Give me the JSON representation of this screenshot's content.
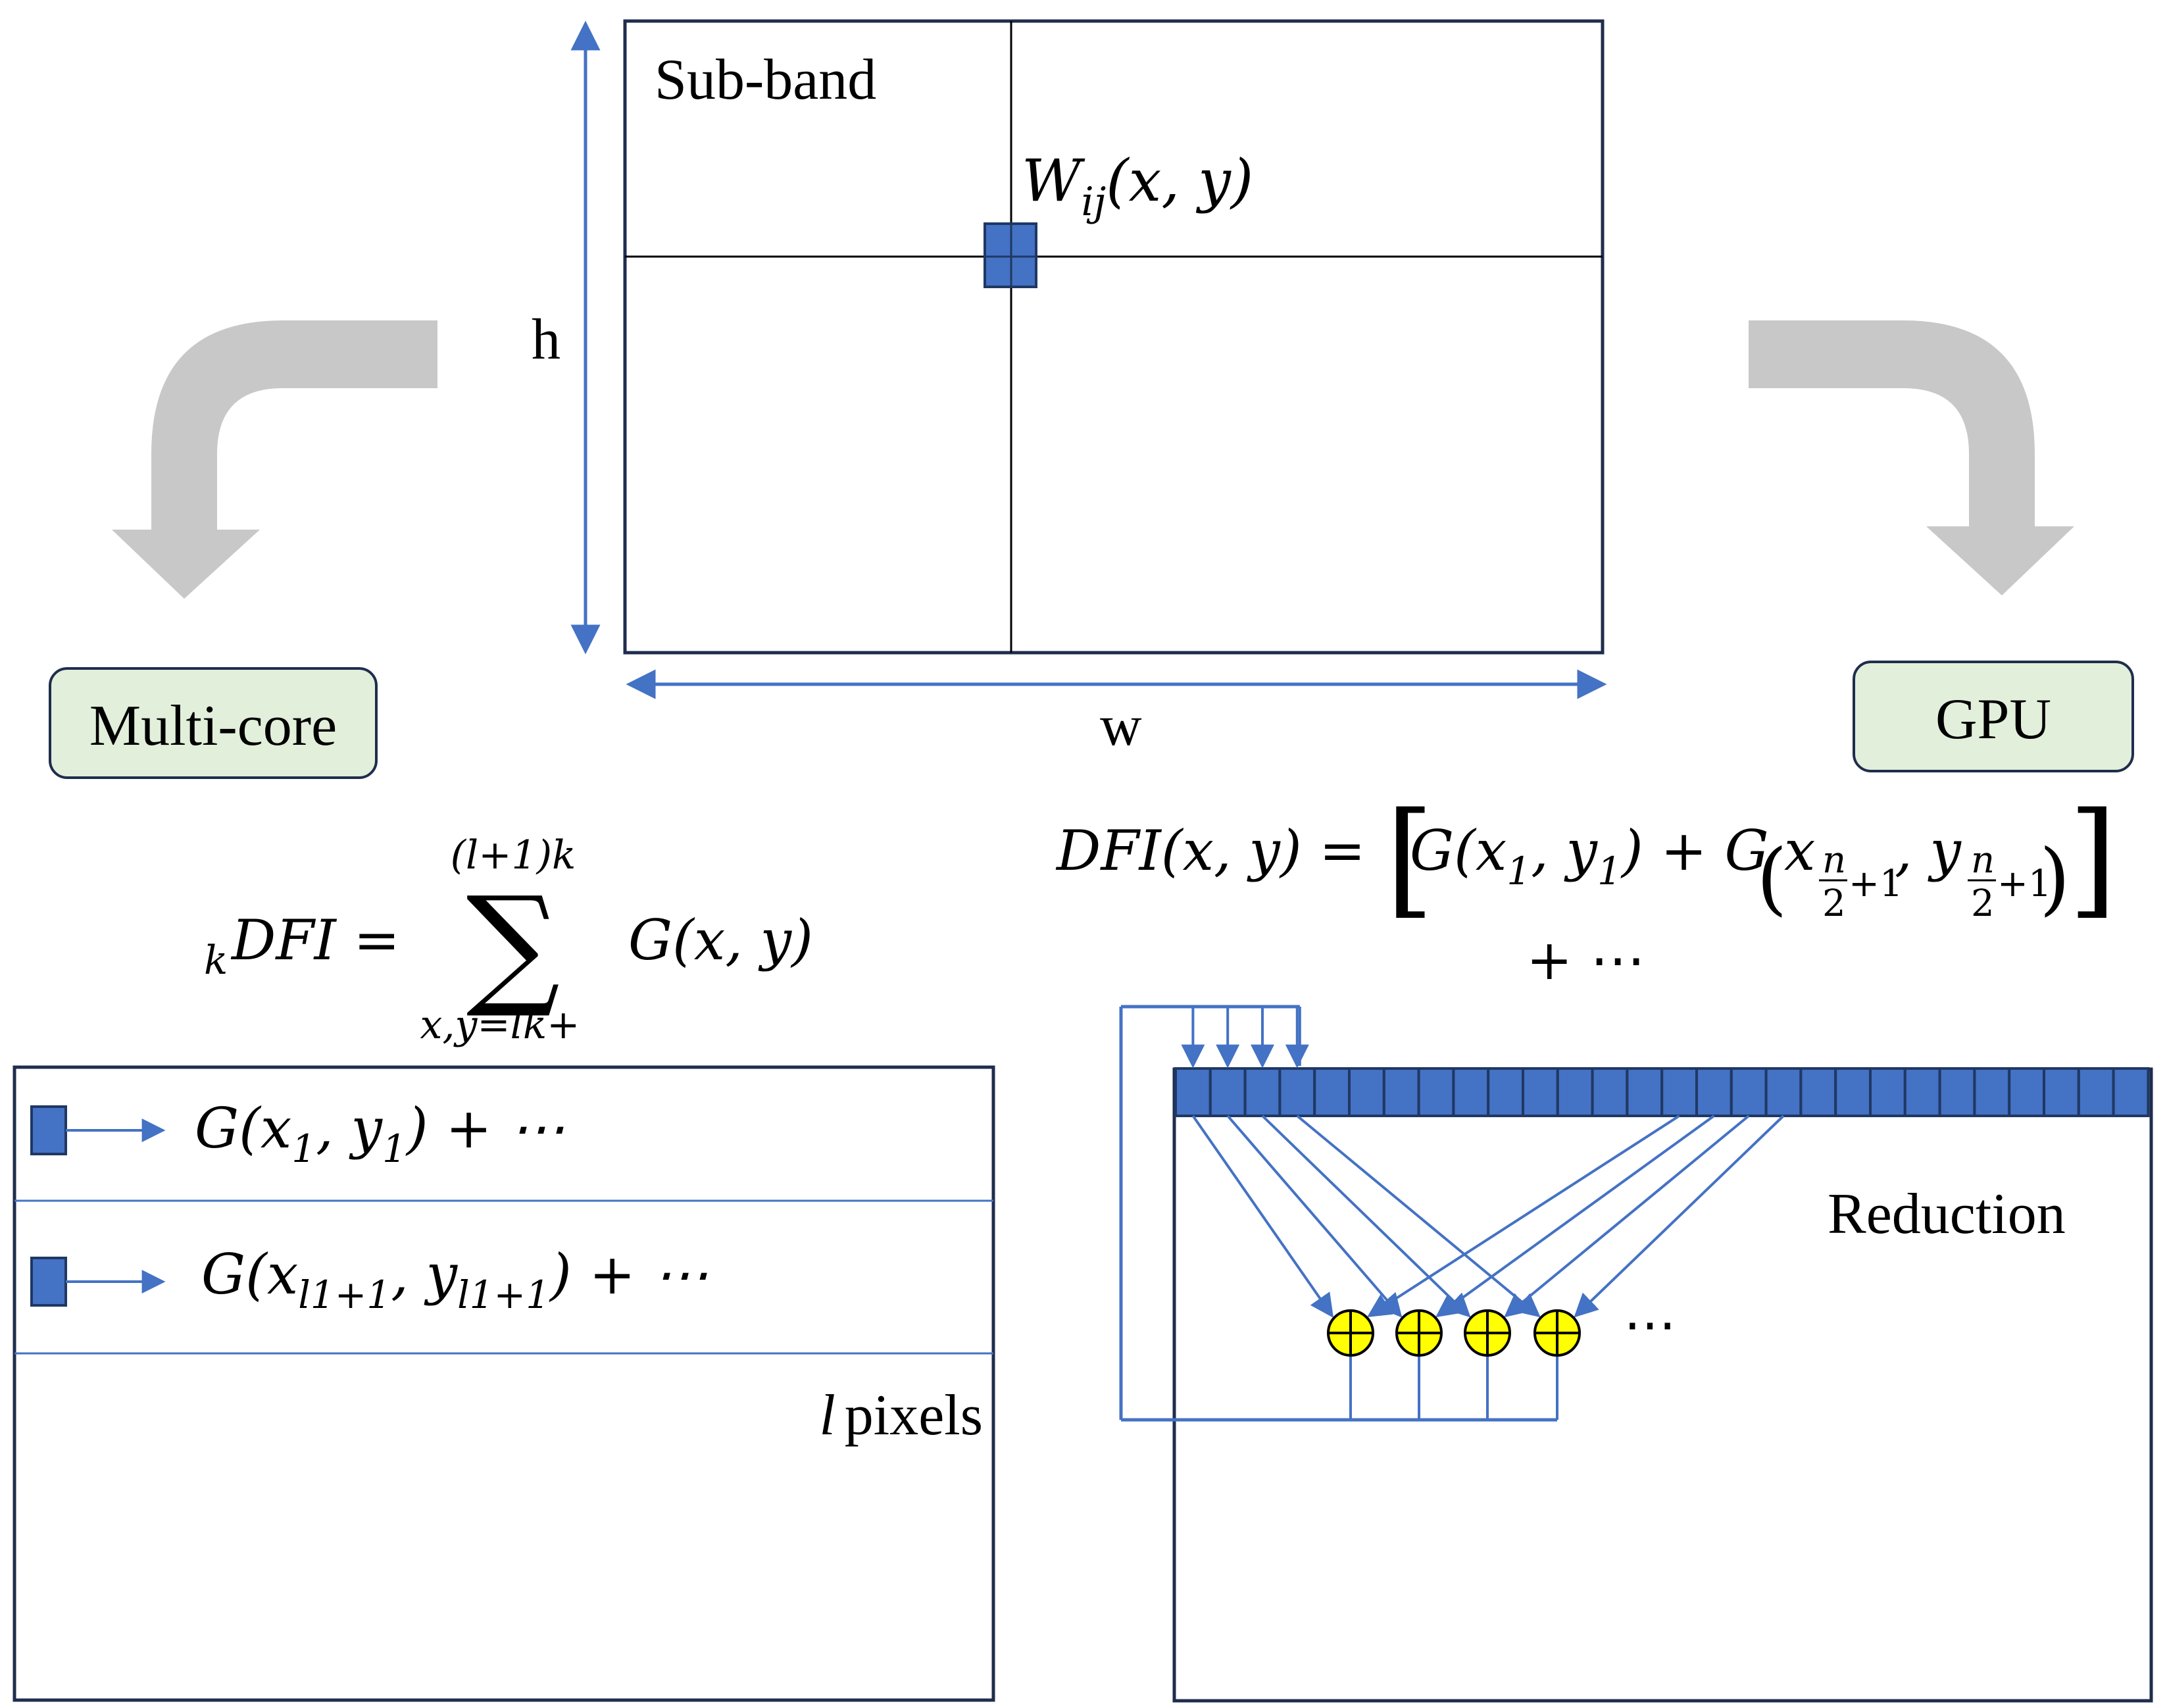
{
  "colors": {
    "line": "#1f2d4d",
    "accent": "#4472c4",
    "cell": "#4472c4",
    "cell_border": "#1f3864",
    "grey_arrow": "#c8c8c8",
    "label_box_fill": "#e2efda",
    "adder_fill": "#ffff00"
  },
  "subband": {
    "title": "Sub-band",
    "pixel_label_main": "W",
    "pixel_label_sub": "ij",
    "pixel_label_args": "(x, y)",
    "height_label": "h",
    "width_label": "w"
  },
  "multicore": {
    "label": "Multi-core",
    "formula": {
      "prefix_sub": "k",
      "lhs": "DFI =",
      "upper": "(l+1)k",
      "lower": "x,y=lk+",
      "sigma": "∑",
      "term": "G(x, y)"
    },
    "rows": [
      {
        "pre": "G(x",
        "sub1": "1",
        "mid": ", y",
        "sub2": "1",
        "post": ") + ⋯"
      },
      {
        "pre": "G(x",
        "sub1": "l1+1",
        "mid": ", y",
        "sub2": "l1+1",
        "post": ") + ⋯"
      }
    ],
    "pixels_var": "l",
    "pixels_text": "pixels"
  },
  "gpu": {
    "label": "GPU",
    "formula": {
      "lhs": "DFI(x, y) =",
      "open_bracket": "[",
      "term1": "G(x",
      "term1_sub": "1",
      "term1_mid": ", y",
      "term1_sub2": "1",
      "term1_close": ") + G",
      "paren_open": "(",
      "x_var": "x",
      "frac_num": "n",
      "frac_den": "2",
      "plus_one": "+1",
      "comma_y": ", y",
      "paren_close": ")",
      "close_bracket": "]",
      "continuation": "+ ⋯"
    },
    "reduction_label": "Reduction",
    "adder_symbol": "⊕",
    "ellipsis": "⋯"
  }
}
